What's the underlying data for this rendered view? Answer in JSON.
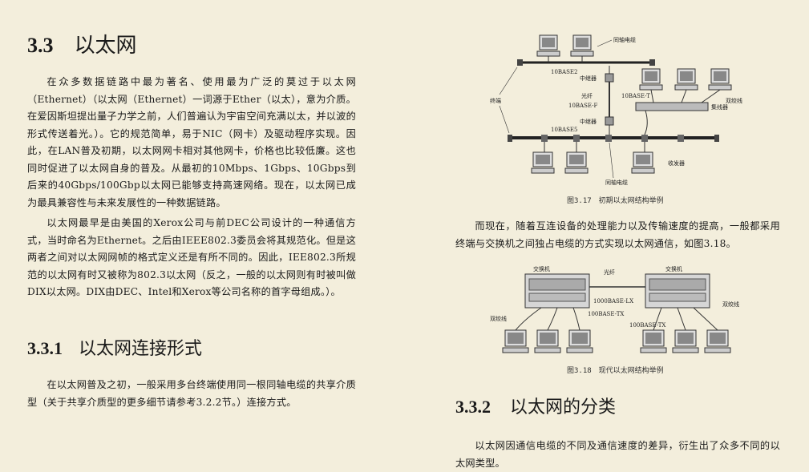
{
  "sections": {
    "s33": {
      "num": "3.3",
      "title": "以太网"
    },
    "s331": {
      "num": "3.3.1",
      "title": "以太网连接形式"
    },
    "s332": {
      "num": "3.3.2",
      "title": "以太网的分类"
    }
  },
  "paragraphs": {
    "p1": "在众多数据链路中最为著名、使用最为广泛的莫过于以太网（Ethernet）（以太网（Ethernet）一词源于Ether（以太），意为介质。在爱因斯坦提出量子力学之前，人们普遍认为宇宙空间充满以太，并以波的形式传送着光。）。它的规范简单，易于NIC（网卡）及驱动程序实现。因此，在LAN普及初期，以太网网卡相对其他网卡，价格也比较低廉。这也同时促进了以太网自身的普及。从最初的10Mbps、1Gbps、10Gbps到后来的40Gbps/100Gbp以太网已能够支持高速网络。现在，以太网已成为最具兼容性与未来发展性的一种数据链路。",
    "p2": "以太网最早是由美国的Xerox公司与前DEC公司设计的一种通信方式，当时命名为Ethernet。之后由IEEE802.3委员会将其规范化。但是这两者之间对以太网网帧的格式定义还是有所不同的。因此，IEE802.3所规范的以太网有时又被称为802.3以太网（反之，一般的以太网则有时被叫做DIX以太网。DIX由DEC、Intel和Xerox等公司名称的首字母组成。）。",
    "p3": "在以太网普及之初，一般采用多台终端使用同一根同轴电缆的共享介质型（关于共享介质型的更多细节请参考3.2.2节。）连接方式。",
    "p4": "而现在，随着互连设备的处理能力以及传输速度的提高，一般都采用终端与交换机之间独占电缆的方式实现以太网通信，如图3.18。",
    "p5": "以太网因通信电缆的不同及通信速度的差异，衍生出了众多不同的以太网类型。"
  },
  "figures": {
    "fig317": {
      "caption": "图3.17　初期以太网结构举例",
      "labels": {
        "coax_top": "同轴电缆",
        "base2": "10BASE2",
        "repeater_top": "中继器",
        "fiber": "光纤",
        "basef": "10BASE-F",
        "repeater_bottom": "中继器",
        "base5": "10BASE5",
        "terminal": "终端",
        "baset": "10BASE-T",
        "twisted": "双绞线",
        "hub": "集线器",
        "transceiver": "收发器",
        "coax_bottom": "同轴电缆"
      }
    },
    "fig318": {
      "caption": "图3.18　现代以太网结构举例",
      "labels": {
        "switch_left": "交换机",
        "switch_right": "交换机",
        "fiber": "光纤",
        "lx": "1000BASE-LX",
        "tx_top": "100BASE-TX",
        "tx_bottom": "100BASE-TX",
        "twisted_left": "双绞线",
        "twisted_right": "双绞线"
      }
    }
  },
  "colors": {
    "background": "#f3eedc",
    "text": "#1a1a1a"
  }
}
